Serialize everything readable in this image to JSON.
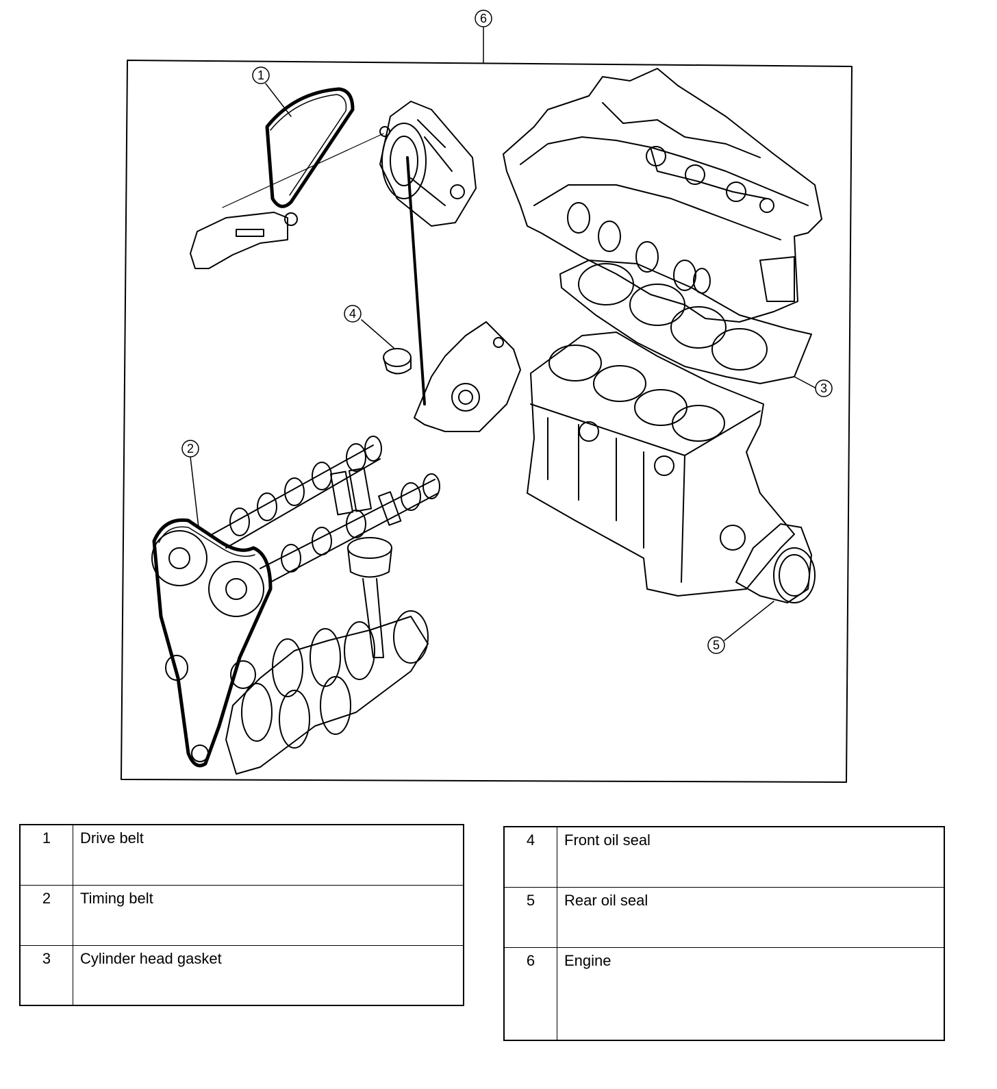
{
  "callouts": [
    "1",
    "2",
    "3",
    "4",
    "5",
    "6"
  ],
  "legend_left": [
    {
      "num": "1",
      "desc": "Drive belt"
    },
    {
      "num": "2",
      "desc": "Timing belt"
    },
    {
      "num": "3",
      "desc": "Cylinder head gasket"
    }
  ],
  "legend_right": [
    {
      "num": "4",
      "desc": "Front oil seal"
    },
    {
      "num": "5",
      "desc": "Rear oil seal"
    },
    {
      "num": "6",
      "desc": "Engine"
    }
  ]
}
